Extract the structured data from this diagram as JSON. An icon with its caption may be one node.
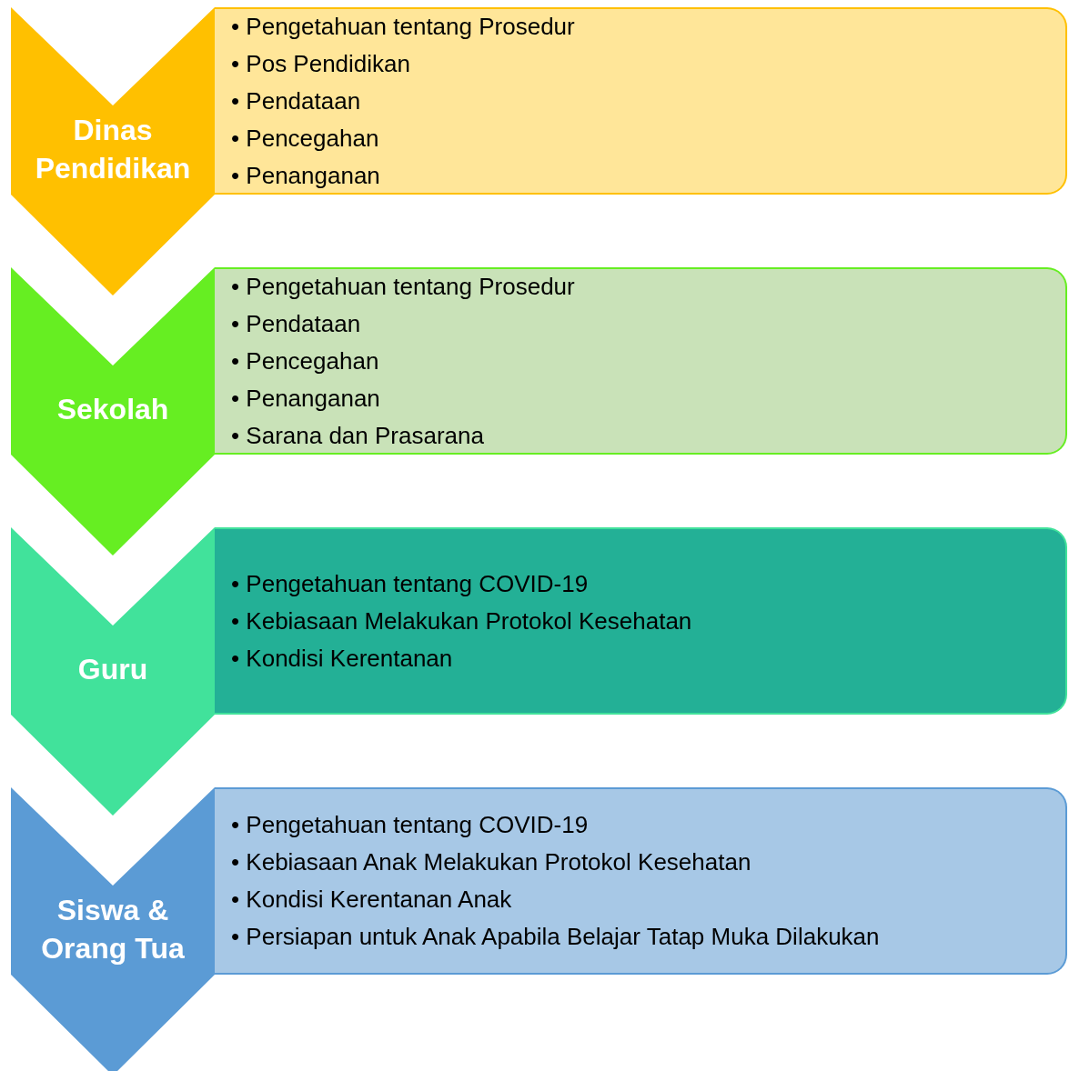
{
  "diagram": {
    "nodes": [
      {
        "text": [
          "Dinas Pendidikan"
        ]
      },
      {
        "text": [
          "• Pengetahuan tentang Prosedur",
          "• Pos Pendidikan",
          "• Pendataan",
          "• Pencegahan",
          "• Penanganan"
        ]
      },
      {
        "text": [
          "Sekolah"
        ]
      },
      {
        "text": [
          "• Pengetahuan tentang Prosedur",
          "• Pendataan",
          "• Pencegahan",
          "• Penanganan",
          "• Sarana dan Prasarana"
        ]
      },
      {
        "text": [
          "Guru"
        ]
      },
      {
        "text": [
          "• Pengetahuan tentang COVID-19",
          "• Kebiasaan Melakukan Protokol Kesehatan",
          "• Kondisi Kerentanan"
        ]
      },
      {
        "text": [
          "Siswa & Orang Tua"
        ]
      },
      {
        "text": [
          "• Pengetahuan tentang COVID-19",
          "• Kebiasaan Anak Melakukan Protokol Kesehatan",
          "• Kondisi Kerentanan Anak",
          "• Persiapan untuk Anak Apabila Belajar Tatap Muka Dilakukan"
        ]
      }
    ]
  }
}
